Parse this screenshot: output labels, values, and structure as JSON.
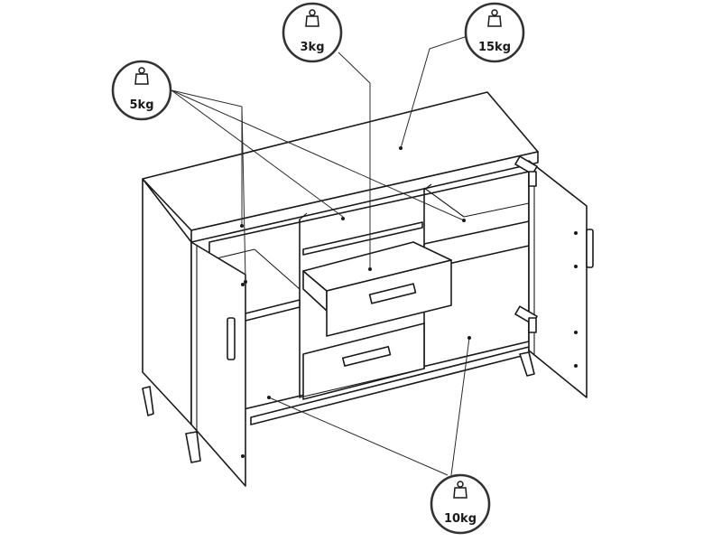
{
  "diagram": {
    "title": "",
    "badges": [
      {
        "id": "top-shelf",
        "label": "5kg"
      },
      {
        "id": "drawer",
        "label": "3kg"
      },
      {
        "id": "top-surface",
        "label": "15kg"
      },
      {
        "id": "bottom-shelf",
        "label": "10kg"
      }
    ],
    "icon": "weight-icon",
    "colors": {
      "line": "#1a1a1a",
      "badge_border": "#333333",
      "background": "#ffffff"
    }
  }
}
